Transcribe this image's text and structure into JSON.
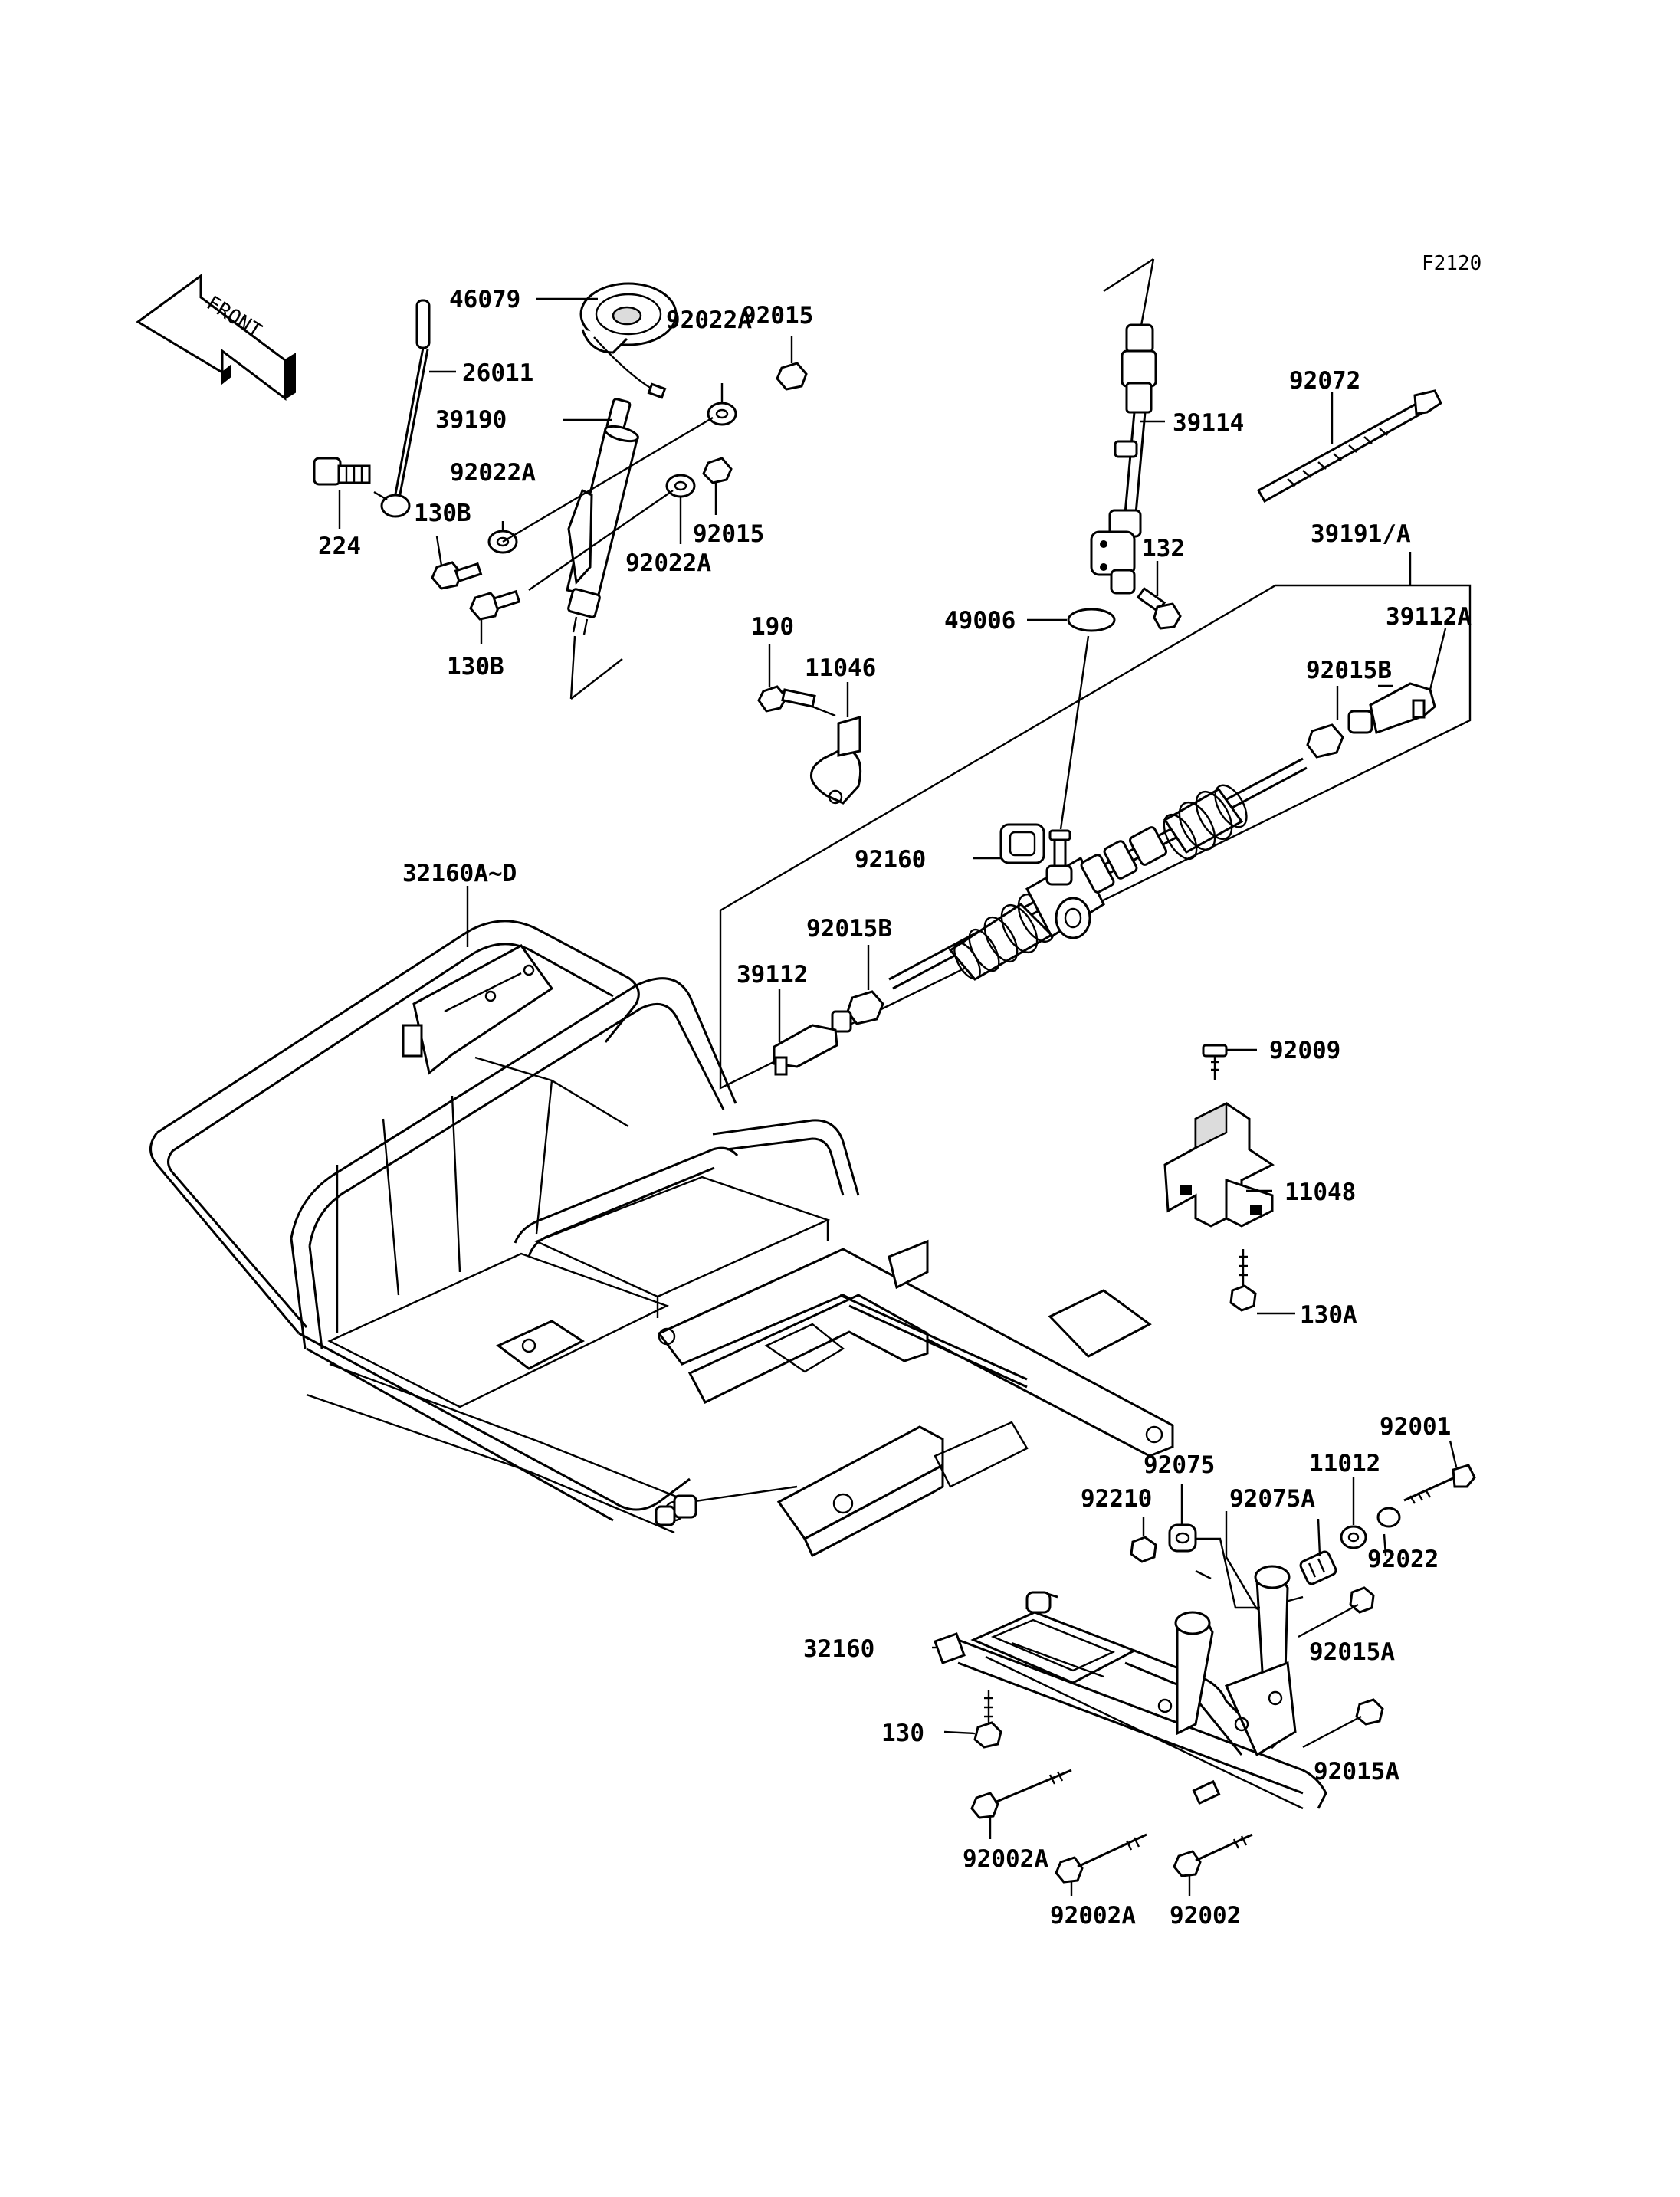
{
  "figure_code": "F2120",
  "front_arrow": {
    "text": "FRONT"
  },
  "labels": {
    "p46079": "46079",
    "p26011": "26011",
    "p39190": "39190",
    "p92022A_top": "92022A",
    "p92022A_left": "92022A",
    "p92022A_bottom": "92022A",
    "p92015_top": "92015",
    "p92015_mid": "92015",
    "p130B_top": "130B",
    "p130B_bottom": "130B",
    "p224": "224",
    "p39114": "39114",
    "p92072": "92072",
    "p132": "132",
    "p39191A": "39191/A",
    "p49006": "49006",
    "p39112A": "39112A",
    "p92015B_right": "92015B",
    "p190": "190",
    "p11046": "11046",
    "p92160": "92160",
    "p92015B_left": "92015B",
    "p39112": "39112",
    "p32160AD": "32160A~D",
    "p92009": "92009",
    "p11048": "11048",
    "p130A": "130A",
    "p92001": "92001",
    "p92075": "92075",
    "p11012": "11012",
    "p92210": "92210",
    "p92075A": "92075A",
    "p92022": "92022",
    "p32160": "32160",
    "p92015A_top": "92015A",
    "p130": "130",
    "p92015A_bottom": "92015A",
    "p92002A_left": "92002A",
    "p92002A_bottom": "92002A",
    "p92002": "92002"
  }
}
